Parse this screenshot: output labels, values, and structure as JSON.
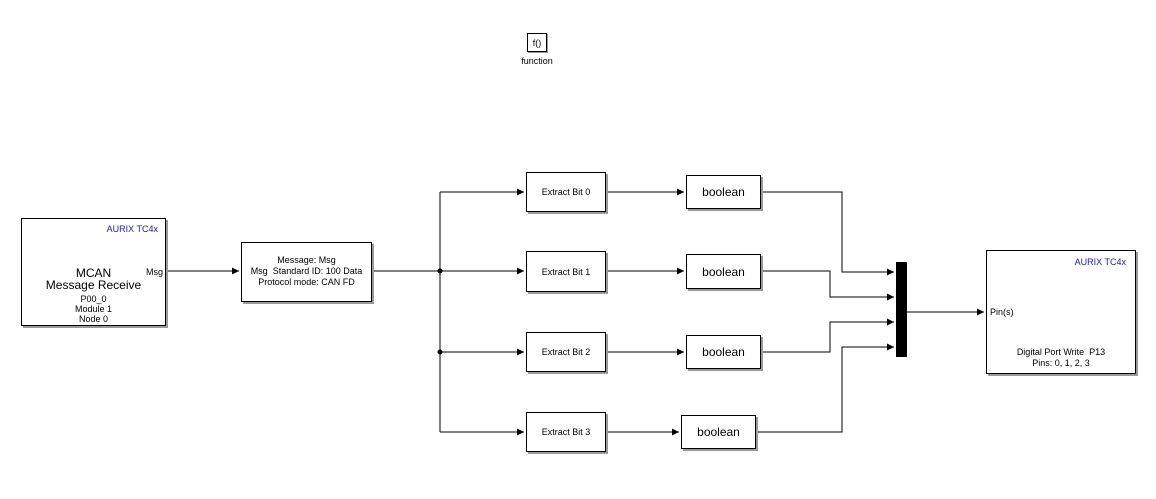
{
  "function_block": {
    "symbol": "f()",
    "label": "function"
  },
  "mcan": {
    "brand": "AURIX TC4x",
    "title_line1": "MCAN",
    "title_line2": "Message Receive",
    "pin": "P00_0",
    "module": "Module 1",
    "node": "Node 0",
    "port": "Msg"
  },
  "unpack": {
    "in_port": "Msg",
    "line1": "Message: Msg",
    "line2": "Standard ID: 100",
    "line3": "Protocol mode: CAN FD",
    "out_port": "Data"
  },
  "extract_blocks": [
    {
      "label": "Extract Bit 0"
    },
    {
      "label": "Extract Bit 1"
    },
    {
      "label": "Extract Bit 2"
    },
    {
      "label": "Extract Bit 3"
    }
  ],
  "convert_blocks": [
    {
      "label": "boolean"
    },
    {
      "label": "boolean"
    },
    {
      "label": "boolean"
    },
    {
      "label": "boolean"
    }
  ],
  "dio": {
    "brand": "AURIX TC4x",
    "port": "Pin(s)",
    "title": "Digital Port Write  P13",
    "pins": "Pins: 0, 1, 2, 3"
  }
}
